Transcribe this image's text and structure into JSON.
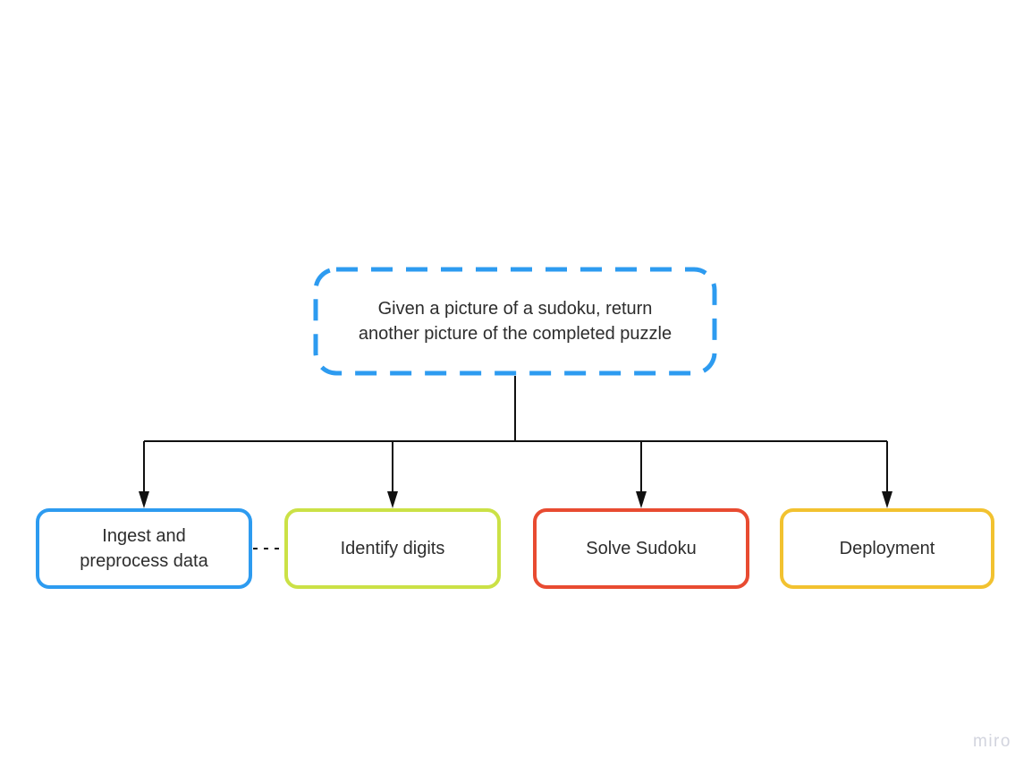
{
  "board": {
    "background": "#ffffff",
    "watermark": "miro",
    "watermark_color": "#d2d4de"
  },
  "flowchart": {
    "connector_color": "#111111",
    "root": {
      "label": "Given a picture of a sudoku, return another picture of the completed puzzle",
      "border_color": "#2d9bf0",
      "border_style": "dashed",
      "text_color": "#2d2d2d"
    },
    "children": [
      {
        "label": "Ingest and preprocess data",
        "border_color": "#2d9bf0"
      },
      {
        "label": "Identify digits",
        "border_color": "#cbe146"
      },
      {
        "label": "Solve Sudoku",
        "border_color": "#e84b31"
      },
      {
        "label": "Deployment",
        "border_color": "#f2c230"
      }
    ],
    "links": [
      {
        "from": "root",
        "to": "Ingest and preprocess data",
        "style": "solid-arrow"
      },
      {
        "from": "root",
        "to": "Identify digits",
        "style": "solid-arrow"
      },
      {
        "from": "root",
        "to": "Solve Sudoku",
        "style": "solid-arrow"
      },
      {
        "from": "root",
        "to": "Deployment",
        "style": "solid-arrow"
      },
      {
        "from": "Ingest and preprocess data",
        "to": "Identify digits",
        "style": "dashed"
      }
    ]
  }
}
